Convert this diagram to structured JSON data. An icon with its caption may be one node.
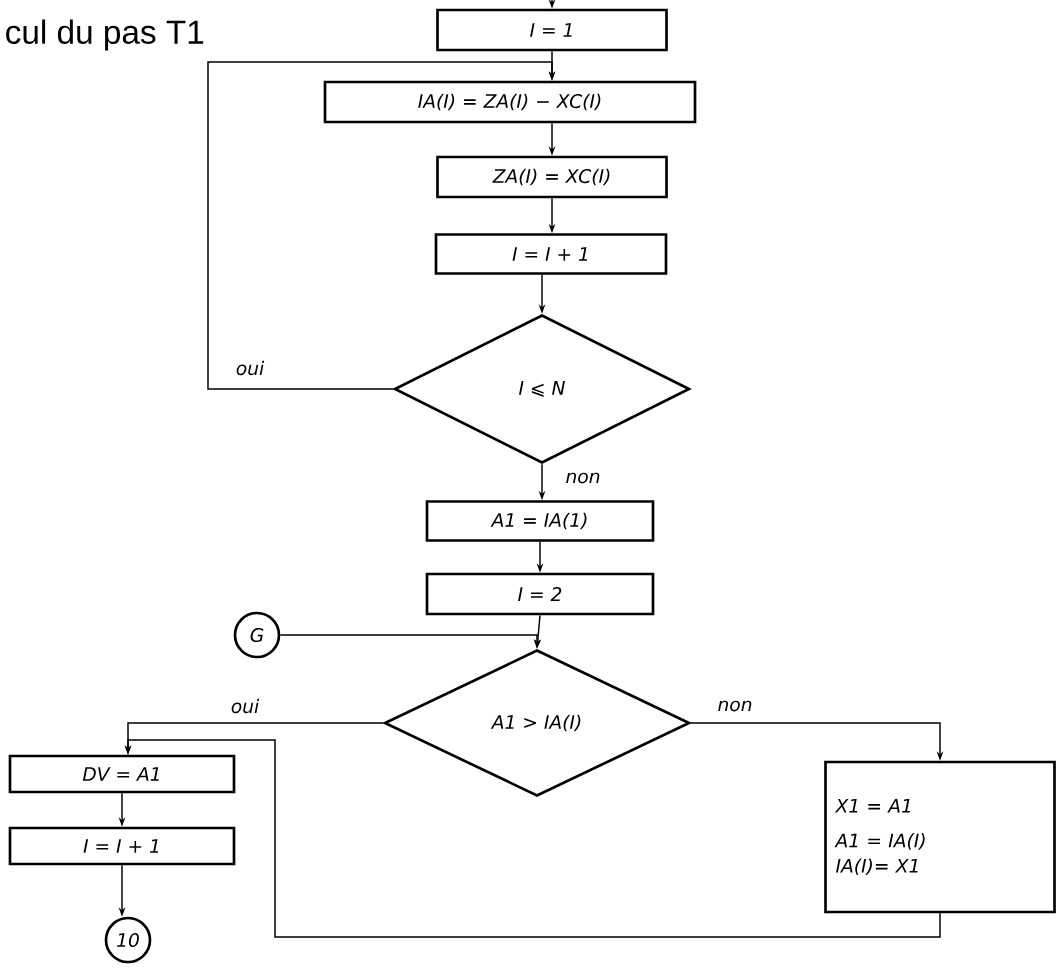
{
  "diagram": {
    "nodes": [
      {
        "text": [
          "I = 1"
        ]
      },
      {
        "text": [
          "IA(I) = ZA(I) − XC(I)"
        ]
      },
      {
        "text": [
          "ZA(I) = XC(I)"
        ]
      },
      {
        "text": [
          "I = I + 1"
        ]
      },
      {
        "text": [
          "I ⩽ N"
        ]
      },
      {
        "text": [
          "A1 = IA(1)"
        ]
      },
      {
        "text": [
          "I = 2"
        ]
      },
      {
        "text": [
          "G"
        ]
      },
      {
        "text": [
          "A1 > IA(I)"
        ]
      },
      {
        "text": [
          "DV = A1"
        ]
      },
      {
        "text": [
          "I = I + 1"
        ]
      },
      {
        "text": [
          "X1 = A1",
          "A1 = IA(I)",
          "IA(I)= X1"
        ]
      },
      {
        "text": [
          "10"
        ]
      }
    ],
    "edges": [
      {
        "from": null,
        "to": 0,
        "arrow": "to"
      },
      {
        "from": 0,
        "to": 1,
        "arrow": "to"
      },
      {
        "from": 1,
        "to": 2,
        "arrow": "to"
      },
      {
        "from": 2,
        "to": 3,
        "arrow": "to"
      },
      {
        "from": 3,
        "to": 4,
        "arrow": "to"
      },
      {
        "from": 4,
        "to": 1,
        "arrow": "to",
        "label": "oui"
      },
      {
        "from": 4,
        "to": 5,
        "arrow": "to",
        "label": "non"
      },
      {
        "from": 5,
        "to": 6,
        "arrow": "to"
      },
      {
        "from": 6,
        "to": 8,
        "arrow": "to"
      },
      {
        "from": 7,
        "to": 8,
        "arrow": "to"
      },
      {
        "from": 8,
        "to": 9,
        "arrow": "to",
        "label": "oui"
      },
      {
        "from": 8,
        "to": 11,
        "arrow": "to",
        "label": "non"
      },
      {
        "from": 11,
        "to": 9,
        "arrow": "to"
      },
      {
        "from": 9,
        "to": 10,
        "arrow": "to"
      },
      {
        "from": 10,
        "to": 12,
        "arrow": "to"
      }
    ],
    "labels": [
      "cul du pas T1"
    ]
  }
}
